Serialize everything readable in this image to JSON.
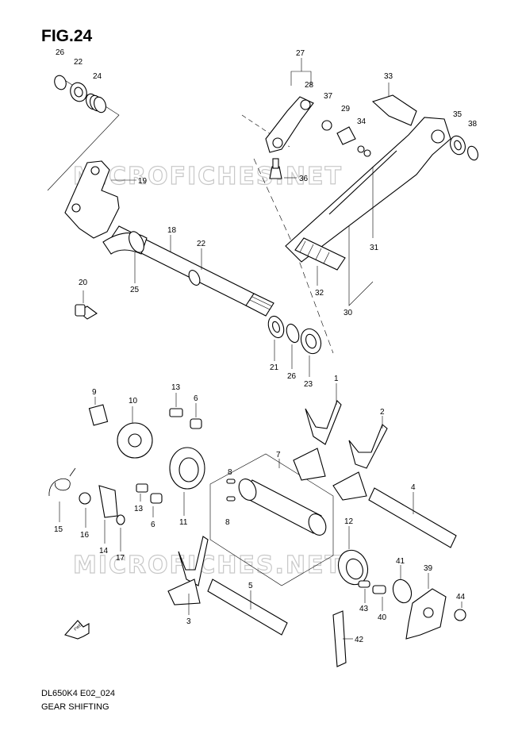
{
  "figure": {
    "title": "FIG.24",
    "caption_code": "DL650K4 E02_024",
    "caption_name": "GEAR SHIFTING",
    "watermark_text": "MICROFICHES.NET",
    "fwd_label": "FWD"
  },
  "callouts": [
    {
      "id": "c26a",
      "label": "26"
    },
    {
      "id": "c22a",
      "label": "22"
    },
    {
      "id": "c24",
      "label": "24"
    },
    {
      "id": "c19",
      "label": "19"
    },
    {
      "id": "c18",
      "label": "18"
    },
    {
      "id": "c22b",
      "label": "22"
    },
    {
      "id": "c25",
      "label": "25"
    },
    {
      "id": "c20",
      "label": "20"
    },
    {
      "id": "c21",
      "label": "21"
    },
    {
      "id": "c26b",
      "label": "26"
    },
    {
      "id": "c23",
      "label": "23"
    },
    {
      "id": "c27",
      "label": "27"
    },
    {
      "id": "c28",
      "label": "28"
    },
    {
      "id": "c37",
      "label": "37"
    },
    {
      "id": "c29",
      "label": "29"
    },
    {
      "id": "c34",
      "label": "34"
    },
    {
      "id": "c33",
      "label": "33"
    },
    {
      "id": "c35",
      "label": "35"
    },
    {
      "id": "c38",
      "label": "38"
    },
    {
      "id": "c36",
      "label": "36"
    },
    {
      "id": "c31",
      "label": "31"
    },
    {
      "id": "c32",
      "label": "32"
    },
    {
      "id": "c30",
      "label": "30"
    },
    {
      "id": "c9",
      "label": "9"
    },
    {
      "id": "c10",
      "label": "10"
    },
    {
      "id": "c13a",
      "label": "13"
    },
    {
      "id": "c6a",
      "label": "6"
    },
    {
      "id": "c1",
      "label": "1"
    },
    {
      "id": "c2",
      "label": "2"
    },
    {
      "id": "c7",
      "label": "7"
    },
    {
      "id": "c8a",
      "label": "8"
    },
    {
      "id": "c8b",
      "label": "8"
    },
    {
      "id": "c4",
      "label": "4"
    },
    {
      "id": "c15",
      "label": "15"
    },
    {
      "id": "c16",
      "label": "16"
    },
    {
      "id": "c14",
      "label": "14"
    },
    {
      "id": "c17",
      "label": "17"
    },
    {
      "id": "c13b",
      "label": "13"
    },
    {
      "id": "c6b",
      "label": "6"
    },
    {
      "id": "c11",
      "label": "11"
    },
    {
      "id": "c12",
      "label": "12"
    },
    {
      "id": "c41",
      "label": "41"
    },
    {
      "id": "c39",
      "label": "39"
    },
    {
      "id": "c44",
      "label": "44"
    },
    {
      "id": "c43",
      "label": "43"
    },
    {
      "id": "c40",
      "label": "40"
    },
    {
      "id": "c3",
      "label": "3"
    },
    {
      "id": "c5",
      "label": "5"
    },
    {
      "id": "c42",
      "label": "42"
    }
  ]
}
